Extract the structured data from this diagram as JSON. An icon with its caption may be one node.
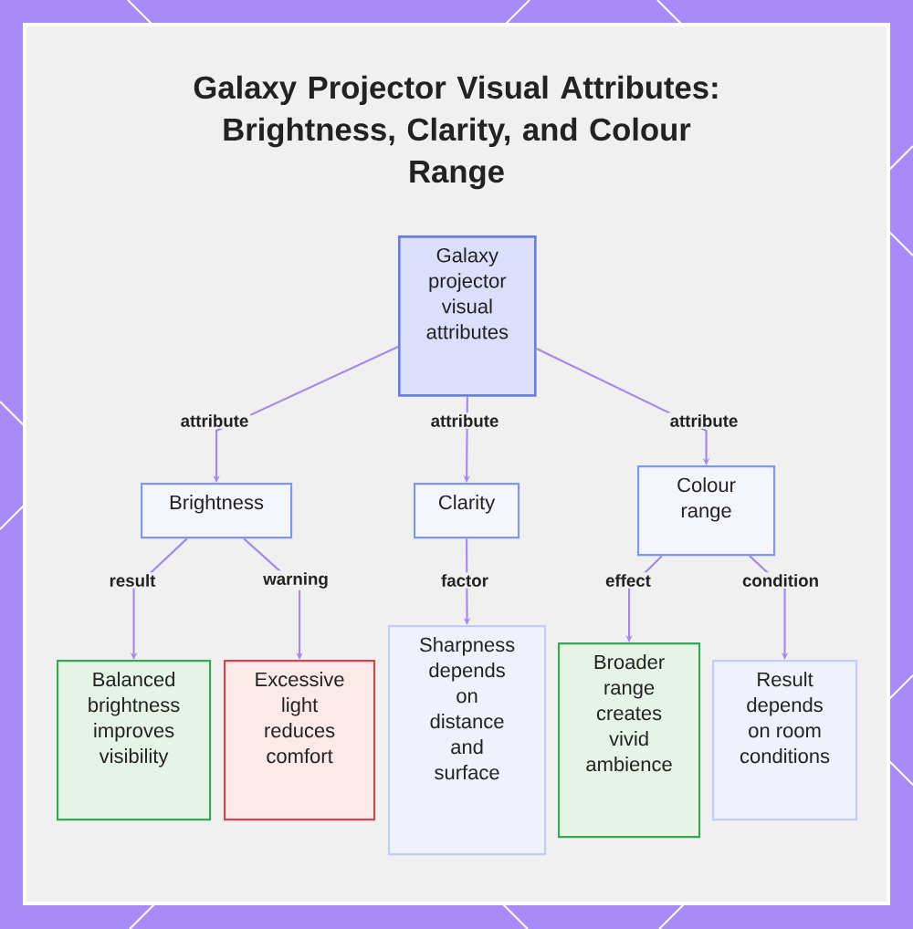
{
  "diagram": {
    "title": "Galaxy Projector Visual Attributes: Brightness, Clarity, and Colour Range",
    "nodes": [
      {
        "text": [
          "Galaxy projector visual attributes"
        ]
      },
      {
        "text": [
          "Brightness"
        ]
      },
      {
        "text": [
          "Clarity"
        ]
      },
      {
        "text": [
          "Colour range"
        ]
      },
      {
        "text": [
          "Balanced brightness improves visibility"
        ]
      },
      {
        "text": [
          "Excessive light reduces comfort"
        ]
      },
      {
        "text": [
          "Sharpness depends on distance and surface"
        ]
      },
      {
        "text": [
          "Broader range creates vivid ambience"
        ]
      },
      {
        "text": [
          "Result depends on room conditions"
        ]
      }
    ],
    "edges": [
      {
        "from": 0,
        "to": 1,
        "arrow": "to",
        "label": "attribute"
      },
      {
        "from": 0,
        "to": 2,
        "arrow": "to",
        "label": "attribute"
      },
      {
        "from": 0,
        "to": 3,
        "arrow": "to",
        "label": "attribute"
      },
      {
        "from": 1,
        "to": 4,
        "arrow": "to",
        "label": "result"
      },
      {
        "from": 1,
        "to": 5,
        "arrow": "to",
        "label": "warning"
      },
      {
        "from": 2,
        "to": 6,
        "arrow": "to",
        "label": "factor"
      },
      {
        "from": 3,
        "to": 7,
        "arrow": "to",
        "label": "effect"
      },
      {
        "from": 3,
        "to": 8,
        "arrow": "to",
        "label": "condition"
      }
    ]
  }
}
